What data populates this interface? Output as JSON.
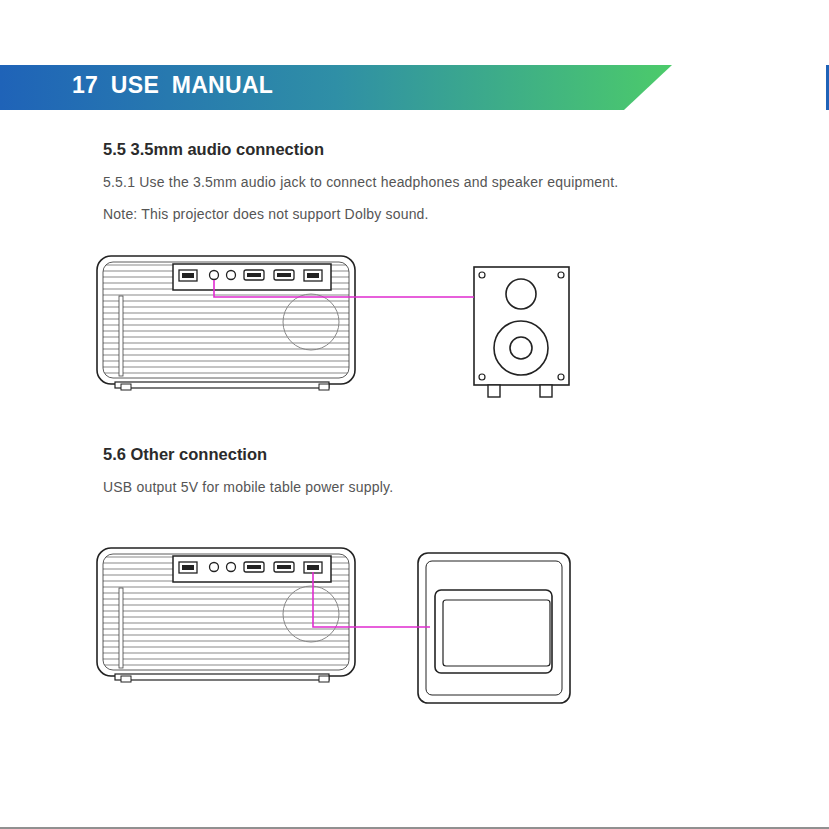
{
  "diagram": {
    "title": "17 USE MANUAL",
    "labels": [
      "5.5 3.5mm audio connection",
      "5.5.1 Use the 3.5mm audio jack to connect headphones and speaker equipment.",
      "Note: This projector does not support Dolby sound.",
      "5.6 Other connection",
      "USB output 5V for mobile table power supply."
    ]
  }
}
